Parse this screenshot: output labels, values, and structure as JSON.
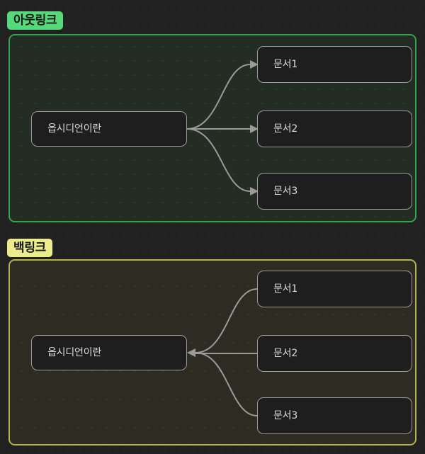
{
  "theme": {
    "page_background": "#212121",
    "outlink_accent": "#56d97b",
    "outlink_border": "#30a44f",
    "outlink_panel_background": "#242d24",
    "backlink_accent": "#ecec8c",
    "backlink_border": "#b5b34e",
    "backlink_panel_background": "#2e2c22",
    "node_border": "#9b9b9b",
    "node_background": "#1e1e1e",
    "node_text": "#dcdcdc",
    "edge_color": "#9a9a9a"
  },
  "sections": {
    "outlink": {
      "badge_label": "아웃링크",
      "direction": "source-to-targets",
      "source_node": {
        "label": "옵시디언이란"
      },
      "target_nodes": [
        {
          "label": "문서1"
        },
        {
          "label": "문서2"
        },
        {
          "label": "문서3"
        }
      ]
    },
    "backlink": {
      "badge_label": "백링크",
      "direction": "targets-to-source",
      "source_node": {
        "label": "옵시디언이란"
      },
      "target_nodes": [
        {
          "label": "문서1"
        },
        {
          "label": "문서2"
        },
        {
          "label": "문서3"
        }
      ]
    }
  }
}
